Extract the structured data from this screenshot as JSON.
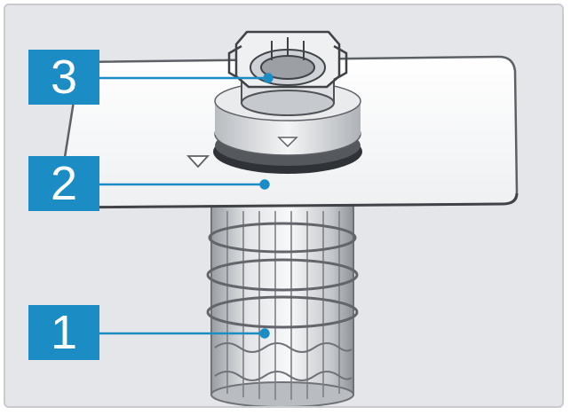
{
  "diagram": {
    "callouts": [
      {
        "number": "3",
        "part": "fine-filter-cylinder-top"
      },
      {
        "number": "2",
        "part": "flat-filter"
      },
      {
        "number": "1",
        "part": "coarse-filter"
      }
    ],
    "colors": {
      "callout_bg": "#1c8cc4",
      "callout_text": "#ffffff",
      "leader_line": "#1c8cc4",
      "frame_bg": "#e4e6e9",
      "frame_border": "#c9cbcf"
    }
  }
}
